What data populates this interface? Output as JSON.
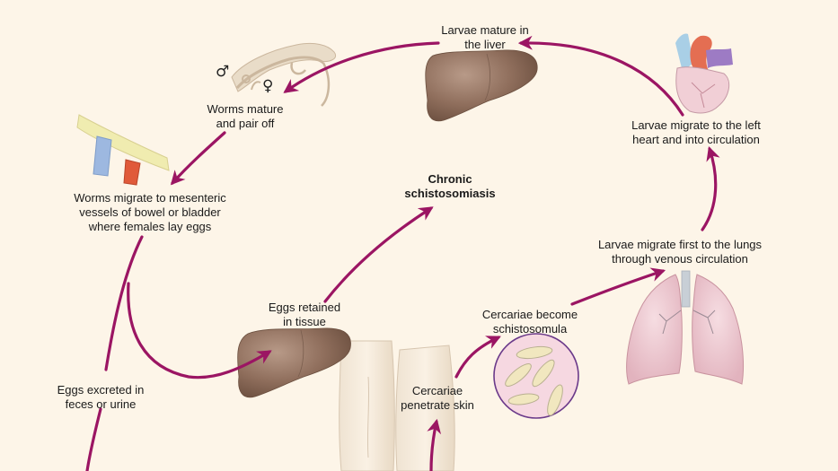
{
  "diagram": {
    "title": "Schistosoma life cycle",
    "arrow_color": "#9b1563",
    "background_color": "#fdf5e8",
    "labels": {
      "larvae_liver": [
        "Larvae mature in",
        "the liver"
      ],
      "worms_pair": [
        "Worms mature",
        "and pair off"
      ],
      "worms_migrate": [
        "Worms migrate to mesenteric",
        "vessels of bowel or bladder",
        "where females lay eggs"
      ],
      "left_heart": [
        "Larvae migrate to the left",
        "heart and into circulation"
      ],
      "chronic": [
        "Chronic",
        "schistosomiasis"
      ],
      "lungs": [
        "Larvae migrate first to the lungs",
        "through venous circulation"
      ],
      "eggs_retained": [
        "Eggs retained",
        "in tissue"
      ],
      "cercariae_become": [
        "Cercariae become",
        "schistosomula"
      ],
      "eggs_excreted": [
        "Eggs excreted in",
        "feces or urine"
      ],
      "cercariae_penetrate": [
        "Cercariae",
        "penetrate skin"
      ]
    },
    "symbols": {
      "male": "♂",
      "female": "♀"
    },
    "illustrations": [
      "adult-worms",
      "liver-top",
      "heart",
      "mesenteric-vessels",
      "liver-bottom",
      "lungs",
      "schistosomula-circle",
      "legs"
    ]
  }
}
